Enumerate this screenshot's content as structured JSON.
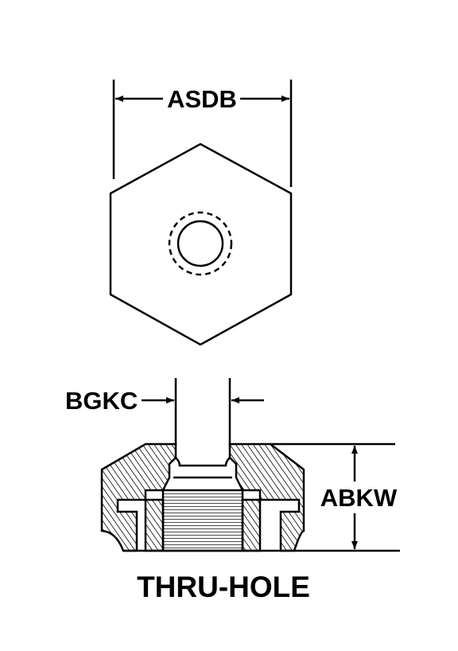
{
  "labels": {
    "width_dim": "ASDB",
    "hole_dim": "BGKC",
    "height_dim": "ABKW",
    "caption": "THRU-HOLE"
  },
  "colors": {
    "ink": "#000000",
    "background": "#ffffff"
  }
}
